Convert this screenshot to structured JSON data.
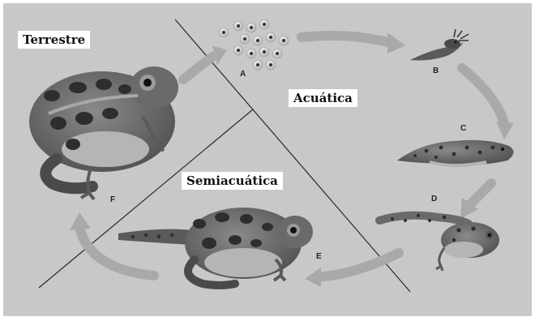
{
  "zones": {
    "terrestrial": "Terrestre",
    "aquatic": "Acuática",
    "semiaquatic": "Semiacuática"
  },
  "stages": {
    "a": "A",
    "b": "B",
    "c": "C",
    "d": "D",
    "e": "E",
    "f": "F"
  },
  "colors": {
    "background": "#c8c8c8",
    "arrow": "#a9a9a9",
    "frog_body": "#6f6f6f",
    "frog_belly": "#b5b5b5",
    "spots": "#343434",
    "divider": "#2a2a2a"
  }
}
